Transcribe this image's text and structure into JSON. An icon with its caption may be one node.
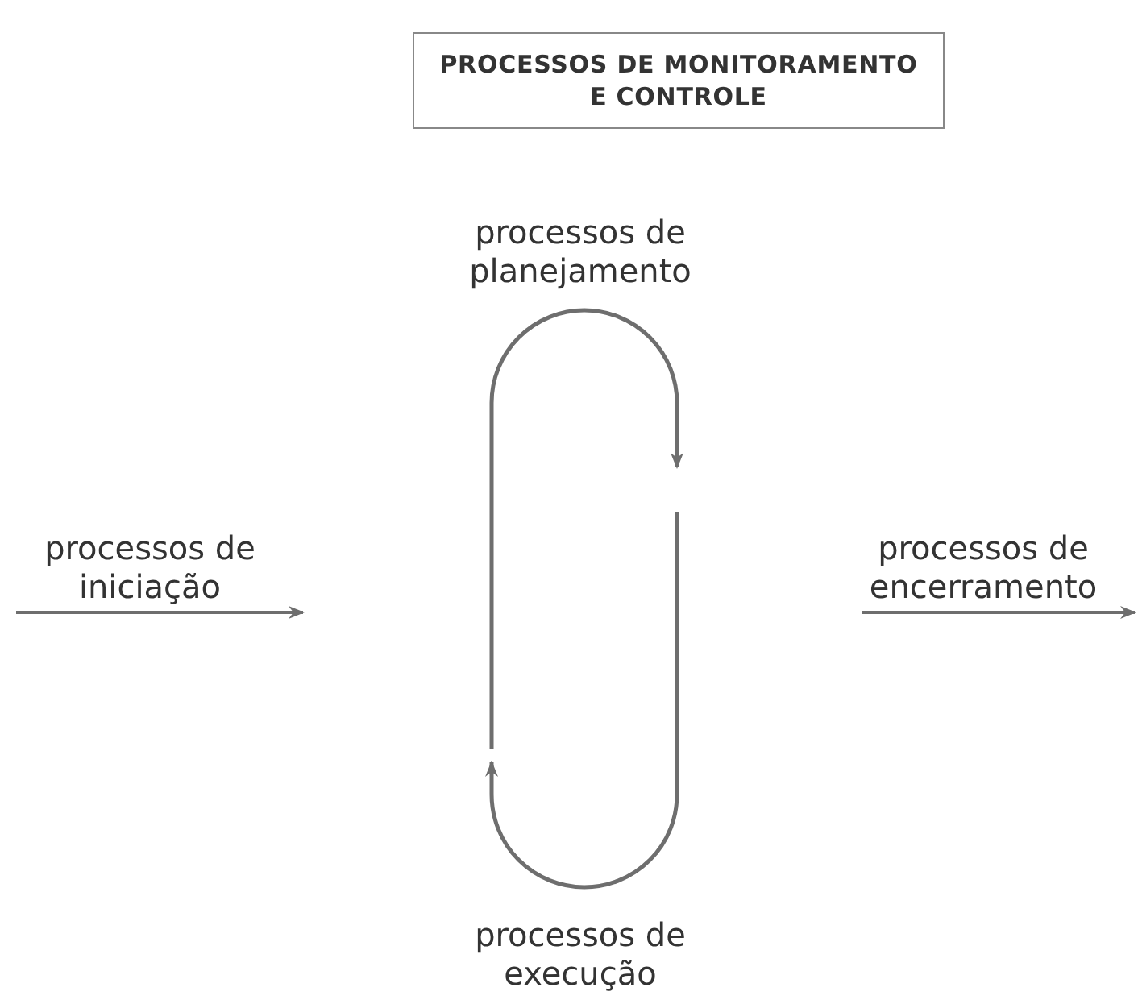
{
  "diagram": {
    "nodes": [
      {
        "text": [
          "PROCESSOS DE MONITORAMENTO E CONTROLE"
        ]
      }
    ],
    "labels": [
      "processos de planejamento",
      "processos de iniciação",
      "processos de encerramento",
      "processos de execução"
    ]
  }
}
